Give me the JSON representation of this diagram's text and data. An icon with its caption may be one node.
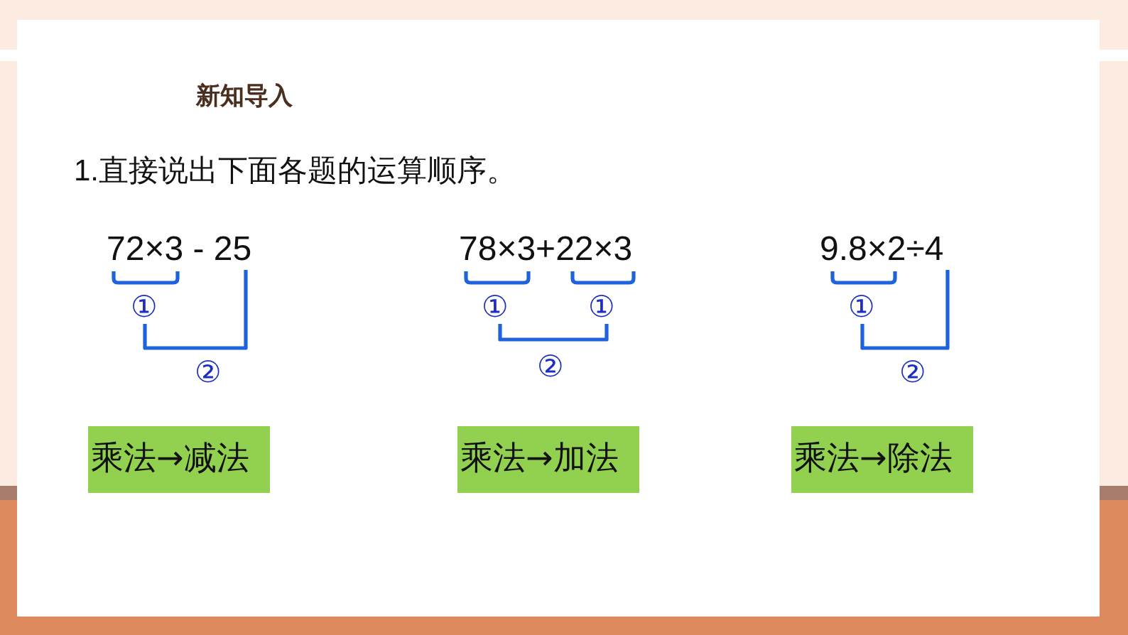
{
  "diagram": {
    "title": "新知导入",
    "nodes": [
      {
        "text": [
          "乘法→减法"
        ]
      },
      {
        "text": [
          "乘法→加法"
        ]
      },
      {
        "text": [
          "乘法→除法"
        ]
      }
    ],
    "labels": [
      "1.直接说出下面各题的运算顺序。",
      "72×3 - 25",
      "78×3+22×3",
      "9.8×2÷4",
      "①",
      "①",
      "①",
      "①",
      "②",
      "②",
      "②"
    ]
  }
}
